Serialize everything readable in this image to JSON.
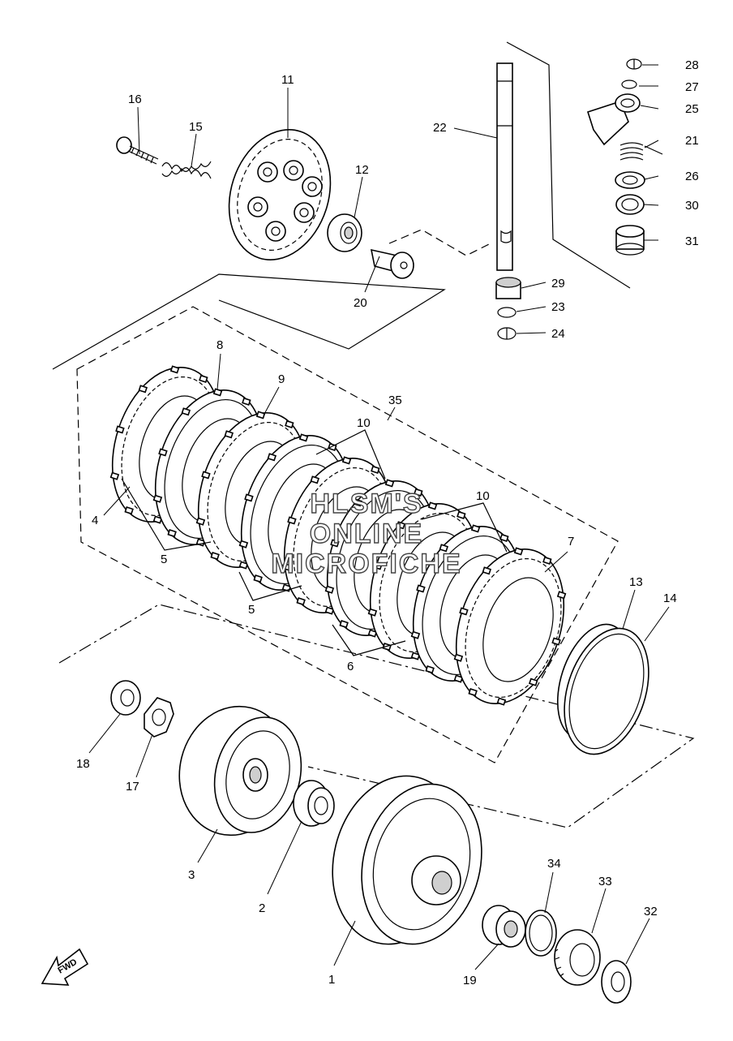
{
  "labels": {
    "p1": "1",
    "p2": "2",
    "p3": "3",
    "p4": "4",
    "p5a": "5",
    "p5b": "5",
    "p6": "6",
    "p7": "7",
    "p8": "8",
    "p9": "9",
    "p10a": "10",
    "p10b": "10",
    "p11": "11",
    "p12": "12",
    "p13": "13",
    "p14": "14",
    "p15": "15",
    "p16": "16",
    "p17": "17",
    "p18": "18",
    "p19": "19",
    "p20": "20",
    "p21": "21",
    "p22": "22",
    "p23": "23",
    "p24": "24",
    "p25": "25",
    "p26": "26",
    "p27": "27",
    "p28": "28",
    "p29": "29",
    "p30": "30",
    "p31": "31",
    "p32": "32",
    "p33": "33",
    "p34": "34",
    "p35": "35"
  },
  "watermark": {
    "line1": "HLSM'S",
    "line2": "ONLINE",
    "line3": "MICROFICHE"
  },
  "fwd_badge": "FWD"
}
